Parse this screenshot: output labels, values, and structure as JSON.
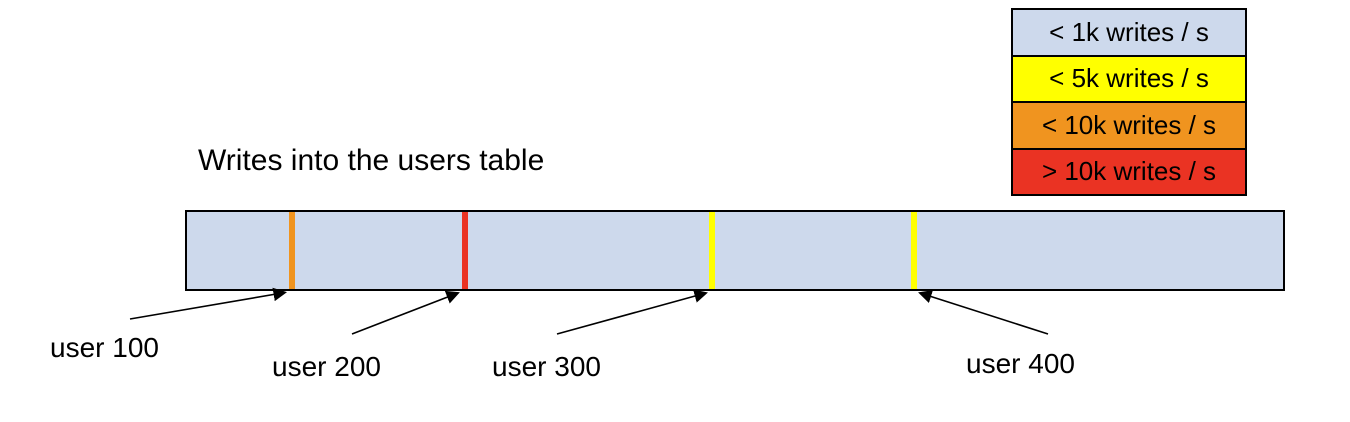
{
  "title": "Writes into the users table",
  "colors": {
    "background": "#ffffff",
    "border": "#000000",
    "bar_fill": "#cdd9ec",
    "yellow": "#ffff00",
    "orange": "#f0941f",
    "red": "#ea3323"
  },
  "legend": {
    "items": [
      {
        "label": "< 1k writes / s",
        "color": "#cdd9ec"
      },
      {
        "label": "< 5k writes / s",
        "color": "#ffff00"
      },
      {
        "label": "< 10k writes / s",
        "color": "#f0941f"
      },
      {
        "label": "> 10k writes / s",
        "color": "#ea3323"
      }
    ]
  },
  "bar": {
    "fill": "#cdd9ec",
    "markers": [
      {
        "label": "user 100",
        "color": "#f0941f",
        "rate": "< 10k writes / s"
      },
      {
        "label": "user 200",
        "color": "#ea3323",
        "rate": "> 10k writes / s"
      },
      {
        "label": "user 300",
        "color": "#ffff00",
        "rate": "< 5k writes / s"
      },
      {
        "label": "user 400",
        "color": "#ffff00",
        "rate": "< 5k writes / s"
      }
    ]
  }
}
